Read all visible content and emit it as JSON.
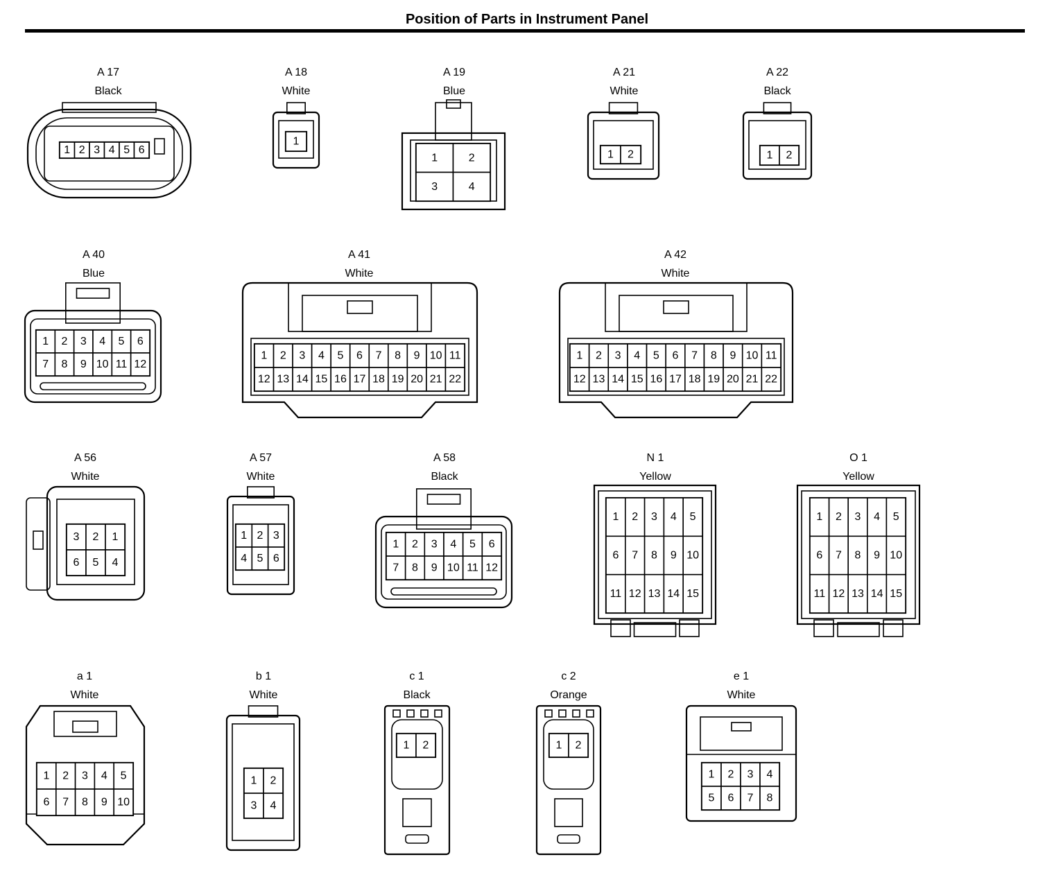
{
  "title": "Position of Parts in Instrument Panel",
  "connectors": [
    {
      "id": "A 17",
      "color": "Black",
      "pins": [
        [
          "1",
          "2",
          "3",
          "4",
          "5",
          "6"
        ]
      ]
    },
    {
      "id": "A 18",
      "color": "White",
      "pins": [
        [
          "1"
        ]
      ]
    },
    {
      "id": "A 19",
      "color": "Blue",
      "pins": [
        [
          "1",
          "2"
        ],
        [
          "3",
          "4"
        ]
      ]
    },
    {
      "id": "A 21",
      "color": "White",
      "pins": [
        [
          "1",
          "2"
        ]
      ]
    },
    {
      "id": "A 22",
      "color": "Black",
      "pins": [
        [
          "1",
          "2"
        ]
      ]
    },
    {
      "id": "A 40",
      "color": "Blue",
      "pins": [
        [
          "1",
          "2",
          "3",
          "4",
          "5",
          "6"
        ],
        [
          "7",
          "8",
          "9",
          "10",
          "11",
          "12"
        ]
      ]
    },
    {
      "id": "A 41",
      "color": "White",
      "pins": [
        [
          "1",
          "2",
          "3",
          "4",
          "5",
          "6",
          "7",
          "8",
          "9",
          "10",
          "11"
        ],
        [
          "12",
          "13",
          "14",
          "15",
          "16",
          "17",
          "18",
          "19",
          "20",
          "21",
          "22"
        ]
      ]
    },
    {
      "id": "A 42",
      "color": "White",
      "pins": [
        [
          "1",
          "2",
          "3",
          "4",
          "5",
          "6",
          "7",
          "8",
          "9",
          "10",
          "11"
        ],
        [
          "12",
          "13",
          "14",
          "15",
          "16",
          "17",
          "18",
          "19",
          "20",
          "21",
          "22"
        ]
      ]
    },
    {
      "id": "A 56",
      "color": "White",
      "pins": [
        [
          "3",
          "2",
          "1"
        ],
        [
          "6",
          "5",
          "4"
        ]
      ]
    },
    {
      "id": "A 57",
      "color": "White",
      "pins": [
        [
          "1",
          "2",
          "3"
        ],
        [
          "4",
          "5",
          "6"
        ]
      ]
    },
    {
      "id": "A 58",
      "color": "Black",
      "pins": [
        [
          "1",
          "2",
          "3",
          "4",
          "5",
          "6"
        ],
        [
          "7",
          "8",
          "9",
          "10",
          "11",
          "12"
        ]
      ]
    },
    {
      "id": "N 1",
      "color": "Yellow",
      "pins": [
        [
          "1",
          "2",
          "3",
          "4",
          "5"
        ],
        [
          "6",
          "7",
          "8",
          "9",
          "10"
        ],
        [
          "11",
          "12",
          "13",
          "14",
          "15"
        ]
      ]
    },
    {
      "id": "O 1",
      "color": "Yellow",
      "pins": [
        [
          "1",
          "2",
          "3",
          "4",
          "5"
        ],
        [
          "6",
          "7",
          "8",
          "9",
          "10"
        ],
        [
          "11",
          "12",
          "13",
          "14",
          "15"
        ]
      ]
    },
    {
      "id": "a 1",
      "color": "White",
      "pins": [
        [
          "1",
          "2",
          "3",
          "4",
          "5"
        ],
        [
          "6",
          "7",
          "8",
          "9",
          "10"
        ]
      ]
    },
    {
      "id": "b 1",
      "color": "White",
      "pins": [
        [
          "1",
          "2"
        ],
        [
          "3",
          "4"
        ]
      ]
    },
    {
      "id": "c 1",
      "color": "Black",
      "pins": [
        [
          "1",
          "2"
        ]
      ]
    },
    {
      "id": "c 2",
      "color": "Orange",
      "pins": [
        [
          "1",
          "2"
        ]
      ]
    },
    {
      "id": "e 1",
      "color": "White",
      "pins": [
        [
          "1",
          "2",
          "3",
          "4"
        ],
        [
          "5",
          "6",
          "7",
          "8"
        ]
      ]
    }
  ]
}
